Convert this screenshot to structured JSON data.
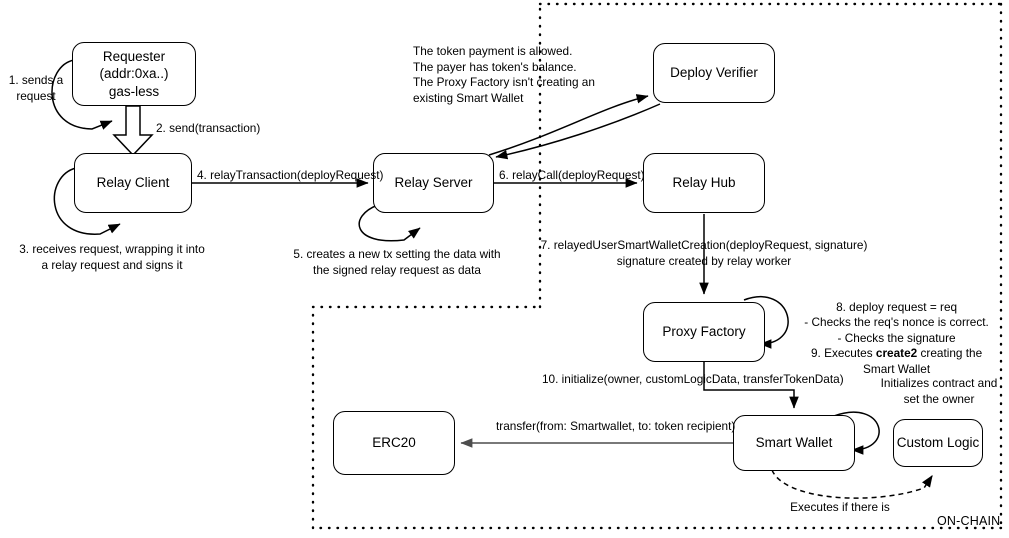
{
  "diagram": {
    "title_label": "ON-CHAIN",
    "boundary": {
      "style": "dotted",
      "color": "#000000"
    },
    "nodes": [
      {
        "id": "requester",
        "lines": [
          "Requester",
          "(addr:0xa..)",
          "gas-less"
        ]
      },
      {
        "id": "relay-client",
        "lines": [
          "Relay Client"
        ]
      },
      {
        "id": "relay-server",
        "lines": [
          "Relay Server"
        ]
      },
      {
        "id": "relay-hub",
        "lines": [
          "Relay Hub"
        ]
      },
      {
        "id": "deploy-verifier",
        "lines": [
          "Deploy Verifier"
        ]
      },
      {
        "id": "proxy-factory",
        "lines": [
          "Proxy Factory"
        ]
      },
      {
        "id": "smart-wallet",
        "lines": [
          "Smart Wallet"
        ]
      },
      {
        "id": "erc20",
        "lines": [
          "ERC20"
        ]
      },
      {
        "id": "custom-logic",
        "lines": [
          "Custom Logic"
        ]
      }
    ],
    "labels": {
      "step1": "1. sends a\nrequest",
      "step2": "2. send(transaction)",
      "step3": "3. receives request, wrapping it into\na relay request and signs it",
      "step4": "4. relayTransaction(deployRequest)",
      "step5": "5. creates a new tx setting the data with\nthe signed relay request as data",
      "step6": "6. relayCall(deployRequest)",
      "step7": "7. relayedUserSmartWalletCreation(deployRequest, signature)\nsignature created by relay worker",
      "verifier_note": "The token payment is allowed.\nThe payer has token's balance.\nThe Proxy Factory isn't creating an\nexisting Smart Wallet",
      "step8_line1": "8. deploy request = req",
      "step8_line2": "- Checks the req's nonce is correct.",
      "step8_line3": "- Checks the signature",
      "step9_pre": "9. Executes ",
      "step9_bold": "create2",
      "step9_post": " creating the",
      "step9_line2": "Smart Wallet",
      "step10": "10. initialize(owner, customLogicData, transferTokenData)",
      "transfer": "transfer(from: Smartwallet, to: token recipient)",
      "initializes_note": "Initializes contract and\nset the owner",
      "executes_if": "Executes if there is"
    }
  }
}
